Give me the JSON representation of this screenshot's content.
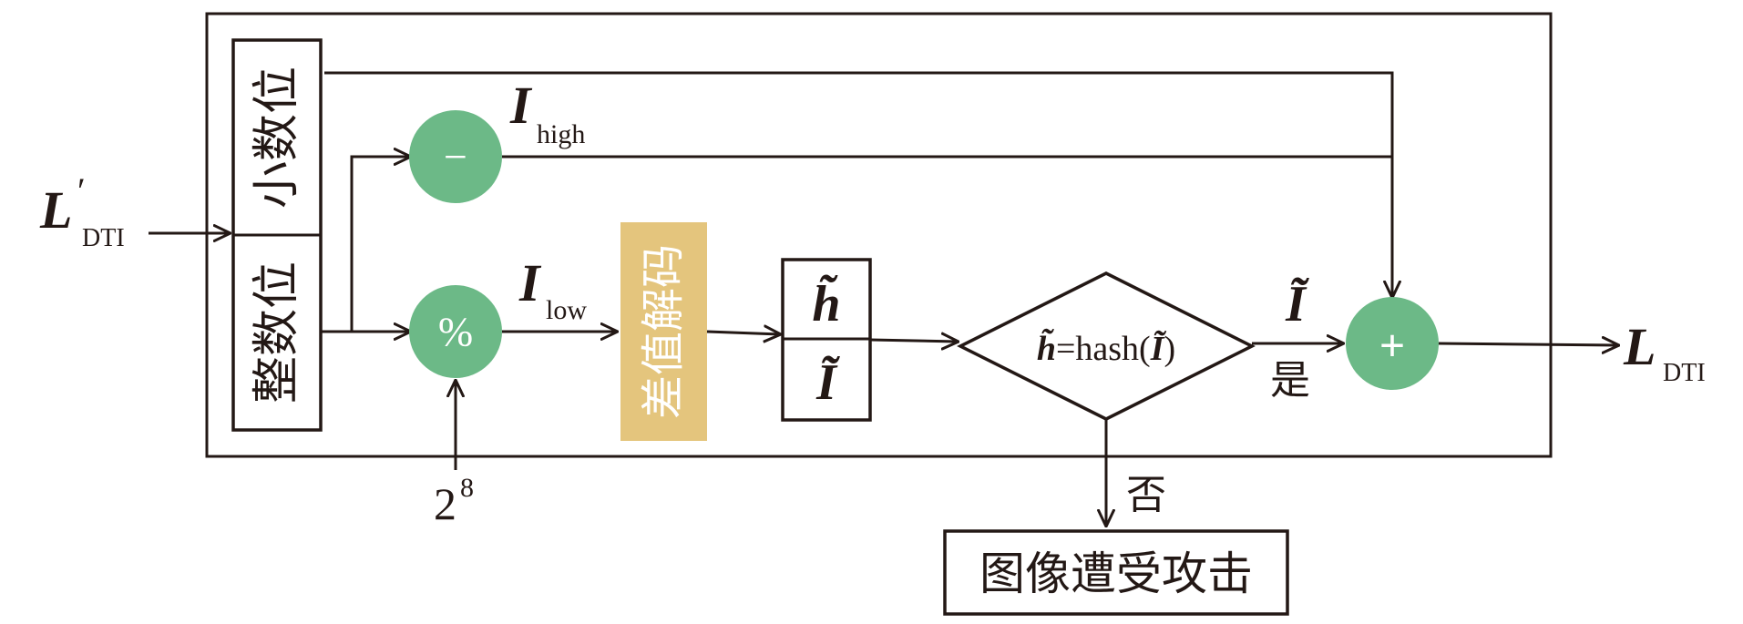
{
  "colors": {
    "line": "#231815",
    "node_green": "#6cb987",
    "decode_block": "#e4c57d",
    "node_text": "#ffffff"
  },
  "input": {
    "symbol": "L",
    "prime": "′",
    "subscript": "DTI"
  },
  "output": {
    "symbol": "L",
    "subscript": "DTI"
  },
  "split_box": {
    "fraction_label": "小数位",
    "integer_label": "整数位"
  },
  "nodes": {
    "subtract": {
      "symbol": "−",
      "output_symbol": "I",
      "output_subscript": "high"
    },
    "modulo": {
      "symbol": "%",
      "output_symbol": "I",
      "output_subscript": "low",
      "operand_base": "2",
      "operand_exponent": "8"
    },
    "add": {
      "symbol": "+"
    }
  },
  "decode_block": {
    "label": "差值解码"
  },
  "extracted_box": {
    "top": "h̃",
    "bottom": "Ĩ"
  },
  "decision": {
    "lhs": "h̃",
    "equals": "=hash(",
    "arg": "Ĩ",
    "close": ")"
  },
  "branch_yes": {
    "symbol": "Ĩ",
    "label": "是"
  },
  "branch_no": {
    "label": "否",
    "result": "图像遭受攻击"
  }
}
